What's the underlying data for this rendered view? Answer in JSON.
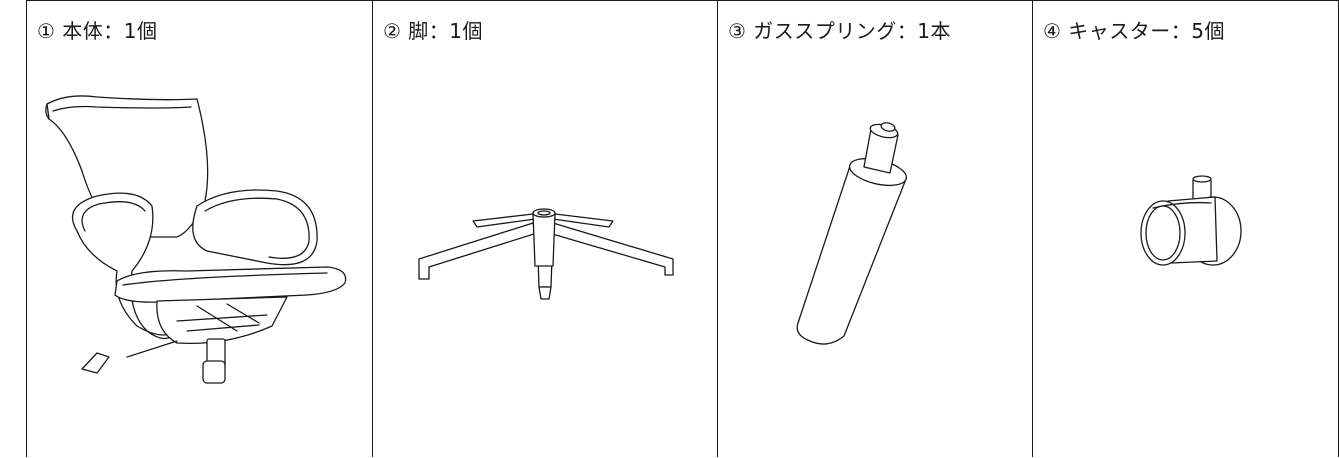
{
  "parts": [
    {
      "label": "① 本体：1個",
      "illustration": "office-chair"
    },
    {
      "label": "② 脚：1個",
      "illustration": "chair-base"
    },
    {
      "label": "③ ガススプリング：1本",
      "illustration": "gas-spring"
    },
    {
      "label": "④ キャスター：5個",
      "illustration": "caster-wheel"
    }
  ]
}
